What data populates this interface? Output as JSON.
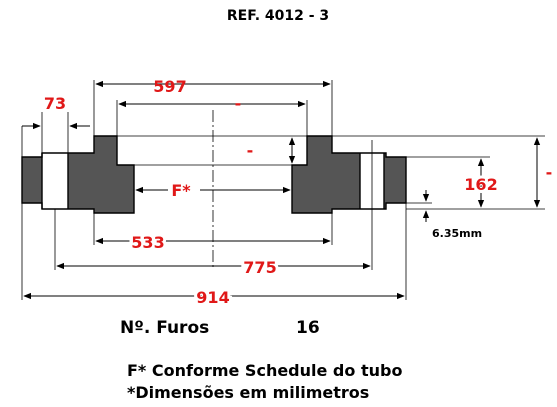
{
  "header": {
    "ref": "REF. 4012 - 3"
  },
  "dimensions": {
    "hub_length": "73",
    "hub_outer": "597",
    "hub_top": "-",
    "bore_step": "-",
    "bore": "F*",
    "thickness": "162",
    "total_height": "-",
    "raised_face_height": "6.35mm",
    "raised_face_dia": "533",
    "bolt_circle": "775",
    "outer_diameter": "914"
  },
  "holes": {
    "label": "Nº. Furos",
    "count": "16"
  },
  "notes": {
    "schedule": "F* Conforme Schedule do tubo",
    "units": "*Dimensões em milimetros"
  },
  "colors": {
    "metal": "#555555",
    "dimension_text": "#e01818",
    "line": "#000000"
  }
}
